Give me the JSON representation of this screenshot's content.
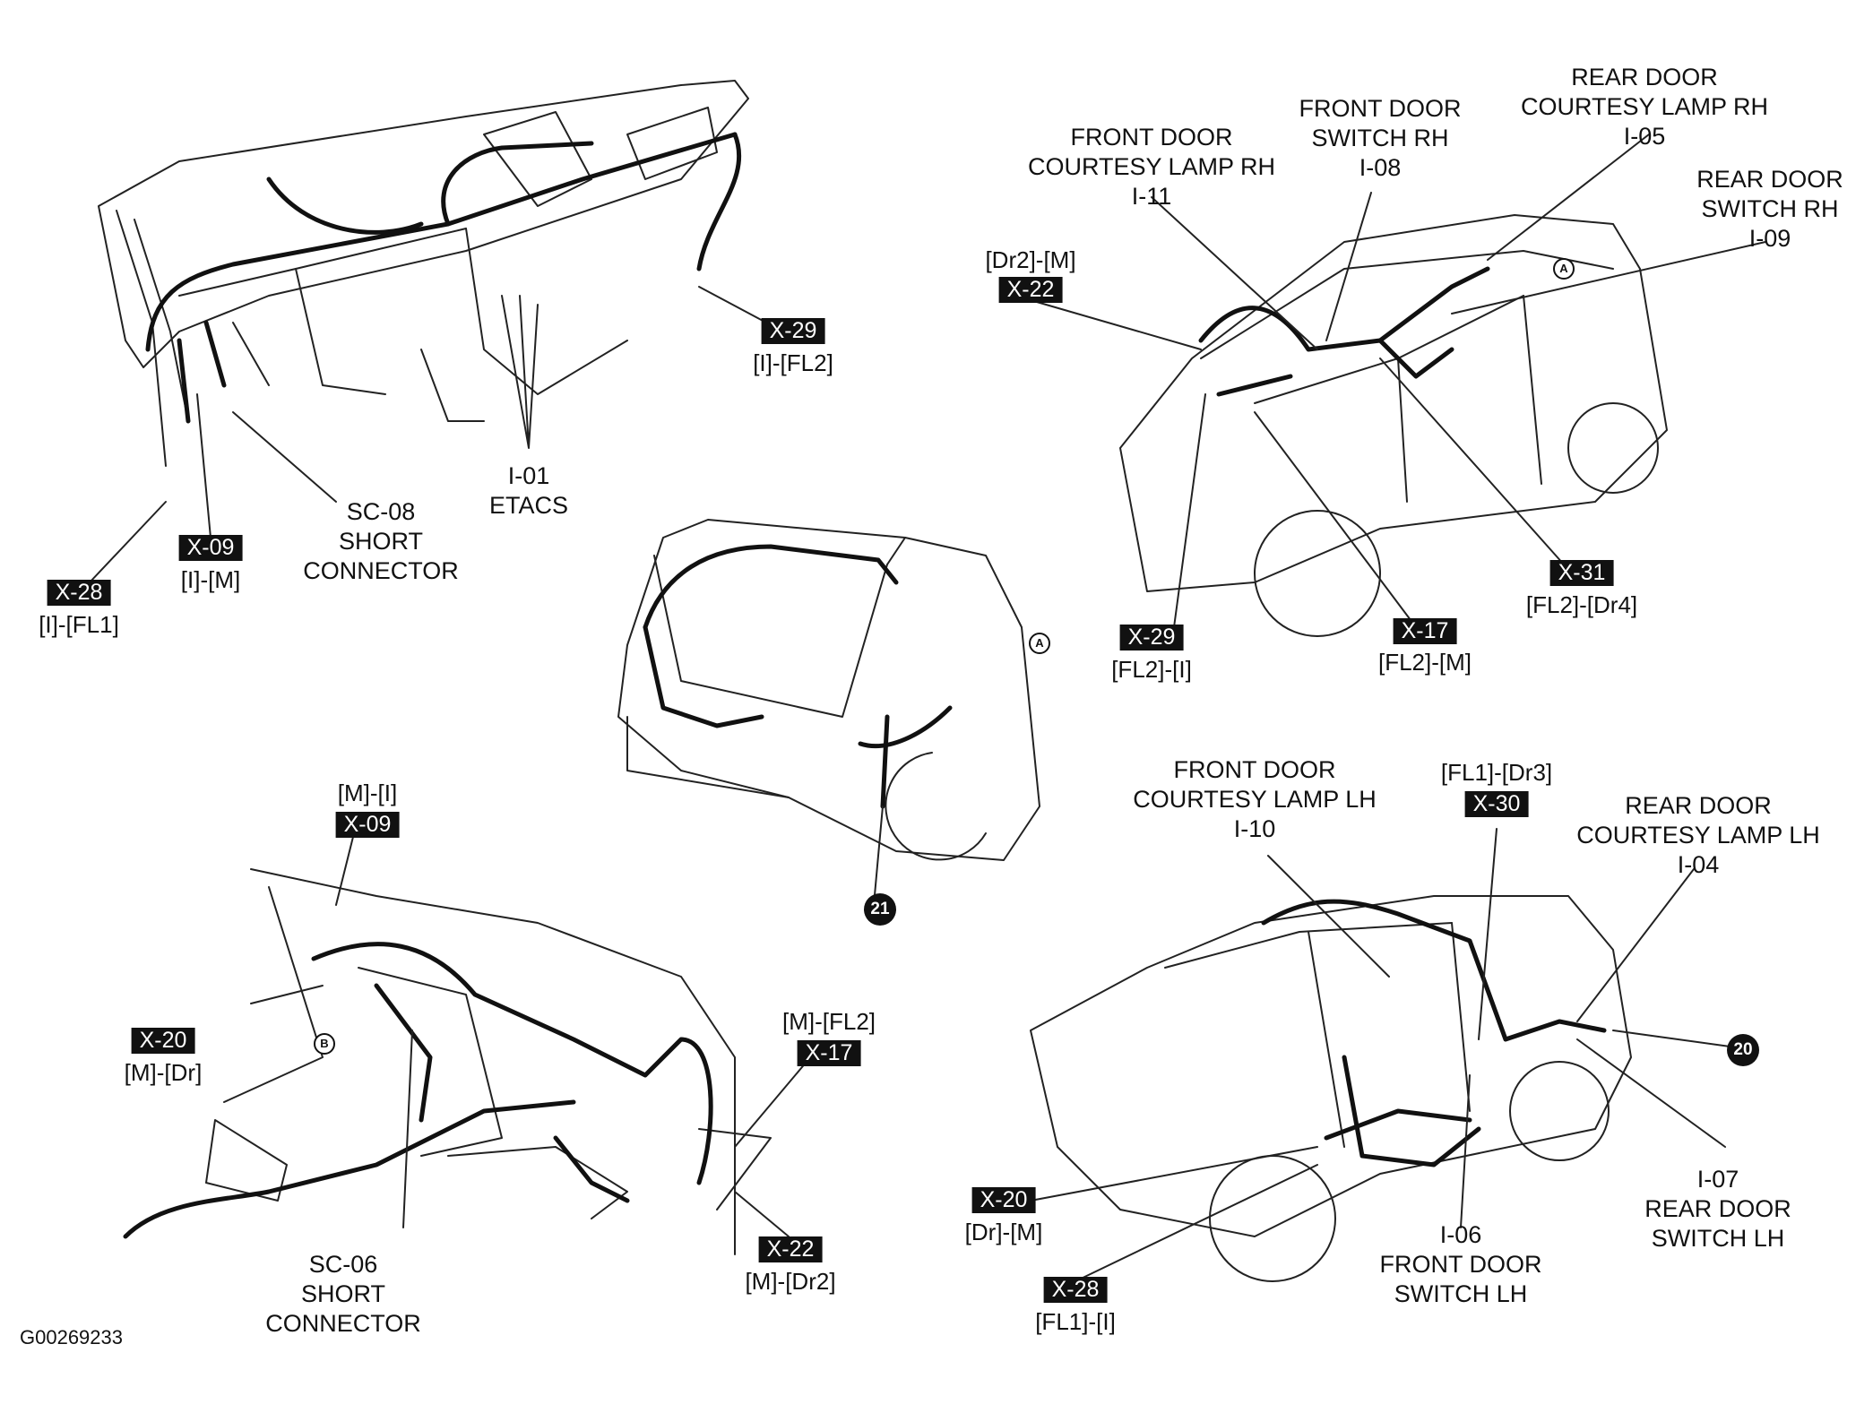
{
  "figure_id": "G00269233",
  "labels": {
    "front_door_courtesy_lamp_rh": "FRONT DOOR\nCOURTESY LAMP RH\nI-11",
    "front_door_switch_rh": "FRONT DOOR\nSWITCH RH\nI-08",
    "rear_door_courtesy_lamp_rh": "REAR DOOR\nCOURTESY LAMP RH\nI-05",
    "rear_door_switch_rh": "REAR DOOR\nSWITCH RH\nI-09",
    "etacs": "I-01\nETACS",
    "sc08": "SC-08\nSHORT\nCONNECTOR",
    "front_door_courtesy_lamp_lh": "FRONT DOOR\nCOURTESY LAMP LH\nI-10",
    "rear_door_courtesy_lamp_lh": "REAR DOOR\nCOURTESY LAMP LH\nI-04",
    "rear_door_switch_lh": "I-07\nREAR DOOR\nSWITCH LH",
    "front_door_switch_lh": "I-06\nFRONT DOOR\nSWITCH LH",
    "sc06": "SC-06\nSHORT\nCONNECTOR"
  },
  "connectors": {
    "x28_top": {
      "tag": "X-28",
      "sub": "[I]-[FL1]"
    },
    "x09_top": {
      "tag": "X-09",
      "sub": "[I]-[M]"
    },
    "x29_top": {
      "tag": "X-29",
      "sub": "[I]-[FL2]"
    },
    "x22_top": {
      "tag": "X-22",
      "sub": "[Dr2]-[M]"
    },
    "x29_rh": {
      "tag": "X-29",
      "sub": "[FL2]-[I]"
    },
    "x17_rh": {
      "tag": "X-17",
      "sub": "[FL2]-[M]"
    },
    "x31_rh": {
      "tag": "X-31",
      "sub": "[FL2]-[Dr4]"
    },
    "x09_bot": {
      "tag": "X-09",
      "sub": "[M]-[I]"
    },
    "x20_bot": {
      "tag": "X-20",
      "sub": "[M]-[Dr]"
    },
    "x17_bot": {
      "tag": "X-17",
      "sub": "[M]-[FL2]"
    },
    "x22_bot": {
      "tag": "X-22",
      "sub": "[M]-[Dr2]"
    },
    "x30_lh": {
      "tag": "X-30",
      "sub": "[FL1]-[Dr3]"
    },
    "x20_lh": {
      "tag": "X-20",
      "sub": "[Dr]-[M]"
    },
    "x28_lh": {
      "tag": "X-28",
      "sub": "[FL1]-[I]"
    }
  },
  "markers": {
    "m21": "21",
    "m20": "20",
    "a1": "A",
    "a2": "A",
    "b1": "B"
  }
}
